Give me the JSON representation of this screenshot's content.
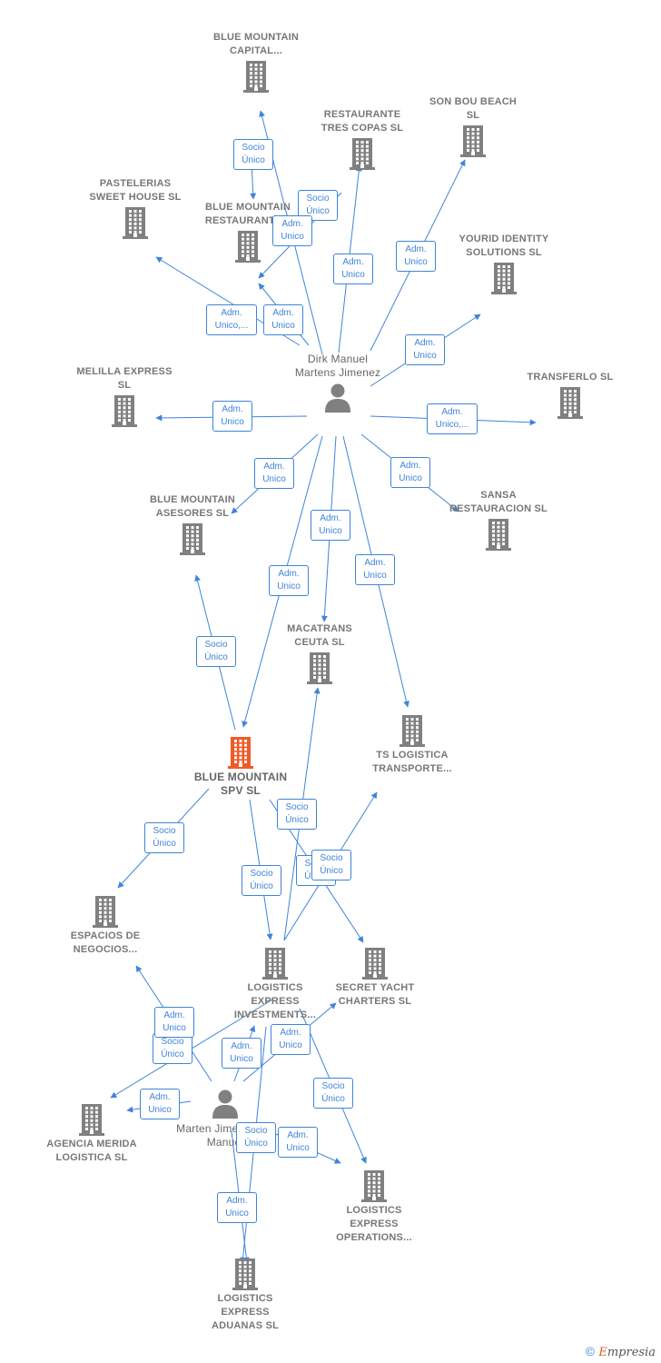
{
  "colors": {
    "edge": "#3f84d9",
    "company": "#808080",
    "focus": "#f05a28",
    "label": "#777777"
  },
  "nodes": [
    {
      "id": "dirk",
      "type": "person",
      "label": "Dirk Manuel Martens Jimenez",
      "icon": "person-icon"
    },
    {
      "id": "marten",
      "type": "person",
      "label": "Marten Jimene Dirk Manuel",
      "icon": "person-icon"
    },
    {
      "id": "bmspv",
      "type": "focus",
      "label": "BLUE MOUNTAIN SPV SL",
      "icon": "building-icon"
    },
    {
      "id": "bmcapital",
      "type": "company",
      "label": "BLUE MOUNTAIN CAPITAL...",
      "icon": "building-icon"
    },
    {
      "id": "restres",
      "type": "company",
      "label": "RESTAURANTE TRES COPAS SL",
      "icon": "building-icon"
    },
    {
      "id": "sonbou",
      "type": "company",
      "label": "SON BOU BEACH SL",
      "icon": "building-icon"
    },
    {
      "id": "pasteler",
      "type": "company",
      "label": "PASTELERIAS SWEET HOUSE SL",
      "icon": "building-icon"
    },
    {
      "id": "bmrest",
      "type": "company",
      "label": "BLUE MOUNTAIN RESTAURANTE...",
      "icon": "building-icon"
    },
    {
      "id": "yourid",
      "type": "company",
      "label": "YOURID IDENTITY SOLUTIONS SL",
      "icon": "building-icon"
    },
    {
      "id": "melilla",
      "type": "company",
      "label": "MELILLA EXPRESS SL",
      "icon": "building-icon"
    },
    {
      "id": "transferlo",
      "type": "company",
      "label": "TRANSFERLO SL",
      "icon": "building-icon"
    },
    {
      "id": "bmasesores",
      "type": "company",
      "label": "BLUE MOUNTAIN ASESORES SL",
      "icon": "building-icon"
    },
    {
      "id": "sansa",
      "type": "company",
      "label": "SANSA RESTAURACION SL",
      "icon": "building-icon"
    },
    {
      "id": "macatrans",
      "type": "company",
      "label": "MACATRANS CEUTA SL",
      "icon": "building-icon"
    },
    {
      "id": "tslog",
      "type": "company",
      "label": "TS LOGISTICA TRANSPORTE...",
      "icon": "building-icon"
    },
    {
      "id": "espacios",
      "type": "company",
      "label": "ESPACIOS DE NEGOCIOS...",
      "icon": "building-icon"
    },
    {
      "id": "lei",
      "type": "company",
      "label": "LOGISTICS EXPRESS INVESTMENTS...",
      "icon": "building-icon"
    },
    {
      "id": "secret",
      "type": "company",
      "label": "SECRET YACHT CHARTERS SL",
      "icon": "building-icon"
    },
    {
      "id": "agencia",
      "type": "company",
      "label": "AGENCIA MERIDA LOGISTICA SL",
      "icon": "building-icon"
    },
    {
      "id": "leops",
      "type": "company",
      "label": "LOGISTICS EXPRESS OPERATIONS...",
      "icon": "building-icon"
    },
    {
      "id": "leadu",
      "type": "company",
      "label": "LOGISTICS EXPRESS ADUANAS SL",
      "icon": "building-icon"
    }
  ],
  "relations": [
    {
      "from": "bmcapital",
      "to": "bmrest",
      "label": [
        "Socio",
        "Único"
      ]
    },
    {
      "from": "restres",
      "to": "bmrest",
      "label": [
        "Socio",
        "Único"
      ]
    },
    {
      "from": "dirk",
      "to": "bmcapital",
      "label": [
        "Adm.",
        "Unico"
      ]
    },
    {
      "from": "dirk",
      "to": "restres",
      "label": [
        "Adm.",
        "Unico"
      ]
    },
    {
      "from": "dirk",
      "to": "sonbou",
      "label": [
        "Adm.",
        "Unico"
      ]
    },
    {
      "from": "dirk",
      "to": "pasteler",
      "label": [
        "Adm.",
        "Unico,..."
      ]
    },
    {
      "from": "dirk",
      "to": "bmrest",
      "label": [
        "Adm.",
        "Unico"
      ]
    },
    {
      "from": "dirk",
      "to": "yourid",
      "label": [
        "Adm.",
        "Unico"
      ]
    },
    {
      "from": "dirk",
      "to": "melilla",
      "label": [
        "Adm.",
        "Unico"
      ]
    },
    {
      "from": "dirk",
      "to": "transferlo",
      "label": [
        "Adm.",
        "Unico,..."
      ]
    },
    {
      "from": "dirk",
      "to": "bmasesores",
      "label": [
        "Adm.",
        "Unico"
      ]
    },
    {
      "from": "dirk",
      "to": "sansa",
      "label": [
        "Adm.",
        "Unico"
      ]
    },
    {
      "from": "dirk",
      "to": "macatrans",
      "label": [
        "Adm.",
        "Unico"
      ]
    },
    {
      "from": "dirk",
      "to": "bmspv",
      "label": [
        "Adm.",
        "Unico"
      ]
    },
    {
      "from": "dirk",
      "to": "tslog",
      "label": [
        "Adm.",
        "Unico"
      ]
    },
    {
      "from": "bmspv",
      "to": "bmasesores",
      "label": [
        "Socio",
        "Único"
      ]
    },
    {
      "from": "bmspv",
      "to": "espacios",
      "label": [
        "Socio",
        "Único"
      ]
    },
    {
      "from": "bmspv",
      "to": "lei",
      "label": [
        "Socio",
        "Único"
      ]
    },
    {
      "from": "bmspv",
      "to": "secret",
      "label": [
        "Socio",
        "Único"
      ]
    },
    {
      "from": "lei",
      "to": "macatrans",
      "label": [
        "Socio",
        "Único"
      ]
    },
    {
      "from": "lei",
      "to": "tslog",
      "label": [
        "Socio",
        "Único"
      ]
    },
    {
      "from": "lei",
      "to": "agencia",
      "label": [
        "Socio",
        "Único"
      ]
    },
    {
      "from": "lei",
      "to": "leops",
      "label": [
        "Socio",
        "Único"
      ]
    },
    {
      "from": "lei",
      "to": "leadu",
      "label": [
        "Socio",
        "Único"
      ]
    },
    {
      "from": "marten",
      "to": "espacios",
      "label": [
        "Adm.",
        "Unico"
      ]
    },
    {
      "from": "marten",
      "to": "agencia",
      "label": [
        "Adm.",
        "Unico"
      ]
    },
    {
      "from": "marten",
      "to": "lei",
      "label": [
        "Adm.",
        "Unico"
      ]
    },
    {
      "from": "marten",
      "to": "secret",
      "label": [
        "Adm.",
        "Unico"
      ]
    },
    {
      "from": "marten",
      "to": "leops",
      "label": [
        "Adm.",
        "Unico"
      ]
    },
    {
      "from": "marten",
      "to": "leadu",
      "label": [
        "Adm.",
        "Unico"
      ]
    }
  ],
  "brand": {
    "copyright": "©",
    "initial": "E",
    "rest": "mpresia"
  }
}
